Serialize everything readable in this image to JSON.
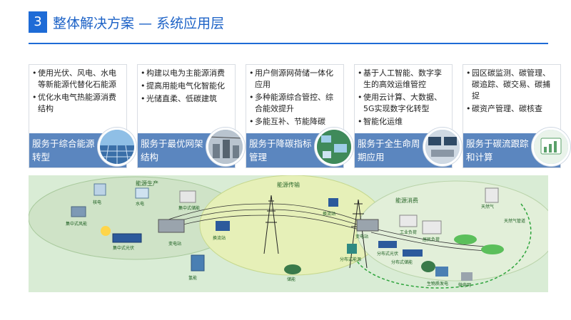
{
  "header": {
    "number": "3",
    "title": "整体解决方案 — 系统应用层"
  },
  "cards": [
    {
      "bullets": [
        "使用光伏、风电、水电等新能源代替化石能源",
        "优化水电气热能源消费结构"
      ],
      "footer": "服务于综合能源转型"
    },
    {
      "bullets": [
        "构建以电为主能源消费",
        "提高用能电气化智能化",
        "光储直柔、低碳建筑"
      ],
      "footer": "服务于最优网架结构"
    },
    {
      "bullets": [
        "用户侧源网荷储一体化应用",
        "多种能源综合管控、综合能效提升",
        "多能互补、节能降碳"
      ],
      "footer": "服务于降碳指标管理"
    },
    {
      "bullets": [
        "基于人工智能、数字孪生的高效运维管控",
        "使用云计算、大数据、5G实现数字化转型",
        "智能化运维"
      ],
      "footer": "服务于全生命周期应用"
    },
    {
      "bullets": [
        "园区碳监测、碳管理、碳追踪、碳交易、碳捕捉",
        "碳资产管理、碳核查"
      ],
      "footer": "服务于碳流跟踪和计算"
    }
  ],
  "diagram": {
    "zones": [
      "能源生产",
      "能源传输",
      "能源消费"
    ],
    "labels": [
      "核电",
      "水电",
      "集中式储能",
      "集中式风能",
      "集中式光伏",
      "变电站",
      "换流站",
      "换流站",
      "变电站",
      "分布式能源",
      "分布式光伏",
      "储能",
      "分布式储能",
      "生物质发电",
      "微电网",
      "工业负荷",
      "居民负荷",
      "天然气",
      "天然气管道",
      "氢能"
    ]
  }
}
